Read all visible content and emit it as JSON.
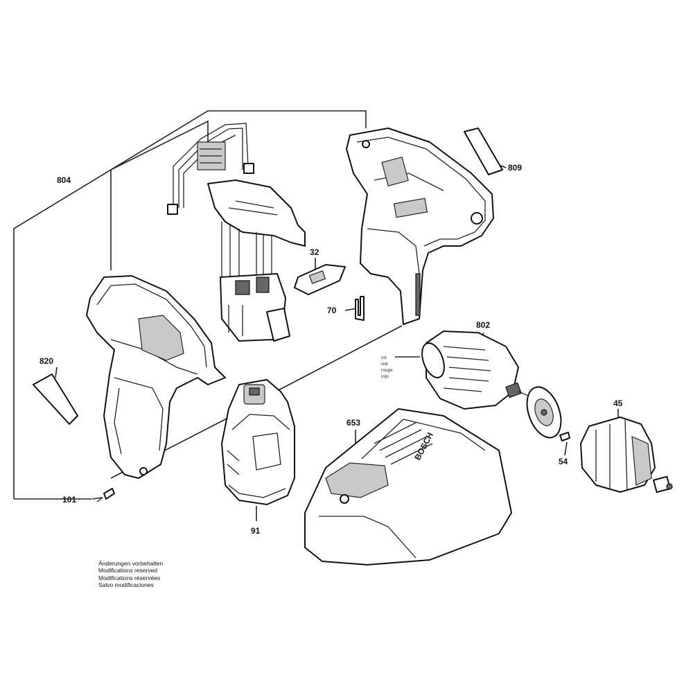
{
  "labels": {
    "p804": "804",
    "p809": "809",
    "p32": "32",
    "p70": "70",
    "p802": "802",
    "p820": "820",
    "p45": "45",
    "p653": "653",
    "p54": "54",
    "p101": "101",
    "p91": "91"
  },
  "wire_colors": [
    "rot",
    "red",
    "rouge",
    "rojo"
  ],
  "charger_logo": "BOSCH",
  "notes": [
    "Änderungen vorbehalten",
    "Modifications reserved",
    "Modifications réservées",
    "Salvo modificaciones"
  ]
}
